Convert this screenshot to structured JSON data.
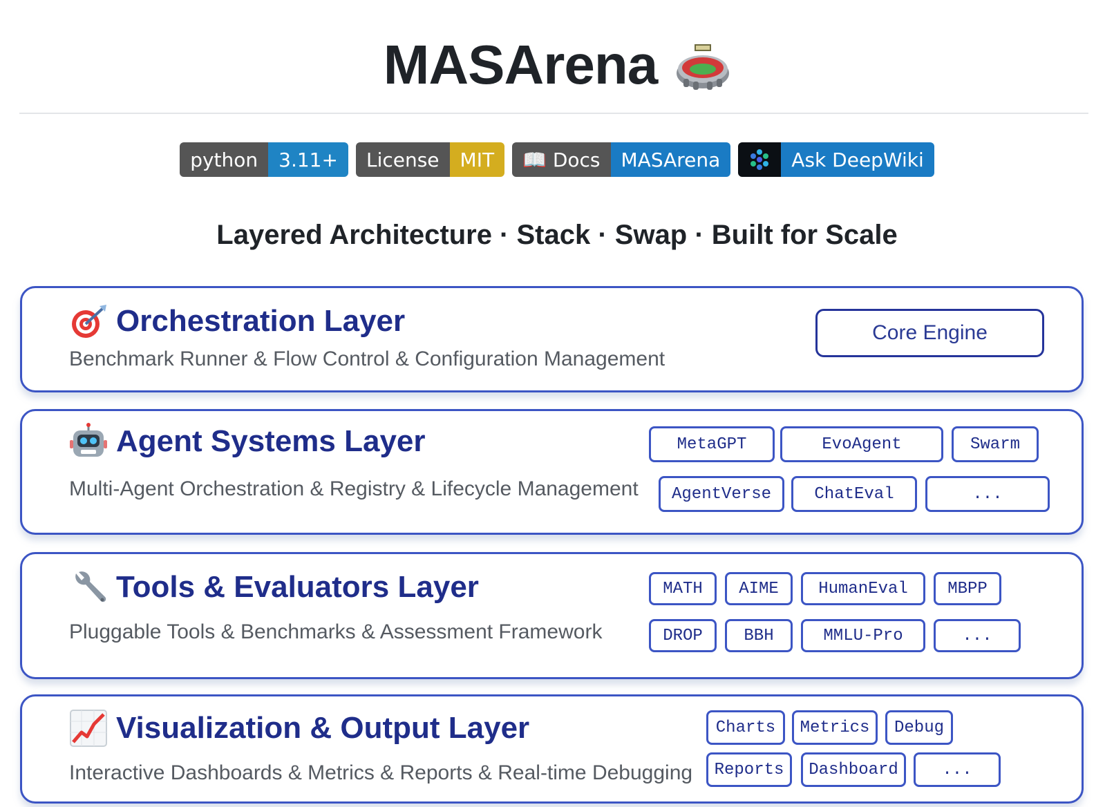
{
  "header": {
    "title": "MASArena"
  },
  "badges": [
    {
      "left": "python",
      "right": "3.11+",
      "right_color": "#1f84c4"
    },
    {
      "left": "License",
      "right": "MIT",
      "right_color": "#d4ad1f"
    },
    {
      "left": "📖 Docs",
      "right": "MASArena",
      "right_color": "#1a7bc4"
    },
    {
      "left": "",
      "right": "Ask DeepWiki",
      "right_color": "#1a7bc4"
    }
  ],
  "subtitle": "Layered Architecture · Stack · Swap · Built for Scale",
  "layers": [
    {
      "icon": "target-icon",
      "title": "Orchestration Layer",
      "description": "Benchmark Runner & Flow Control & Configuration Management",
      "core_label": "Core Engine"
    },
    {
      "icon": "robot-icon",
      "title": "Agent Systems Layer",
      "description": "Multi-Agent Orchestration & Registry & Lifecycle Management",
      "chips": [
        "MetaGPT",
        "EvoAgent",
        "Swarm",
        "AgentVerse",
        "ChatEval",
        "..."
      ]
    },
    {
      "icon": "wrench-icon",
      "title": "Tools & Evaluators Layer",
      "description": "Pluggable Tools & Benchmarks & Assessment Framework",
      "chips": [
        "MATH",
        "AIME",
        "HumanEval",
        "MBPP",
        "DROP",
        "BBH",
        "MMLU-Pro",
        "..."
      ]
    },
    {
      "icon": "chart-increasing-icon",
      "title": "Visualization & Output Layer",
      "description": "Interactive Dashboards & Metrics & Reports & Real-time Debugging",
      "chips": [
        "Charts",
        "Metrics",
        "Debug",
        "Reports",
        "Dashboard",
        "..."
      ]
    }
  ],
  "colors": {
    "accent": "#3c55c4",
    "title_blue": "#1f2d8a",
    "text_dark": "#1f2328"
  }
}
